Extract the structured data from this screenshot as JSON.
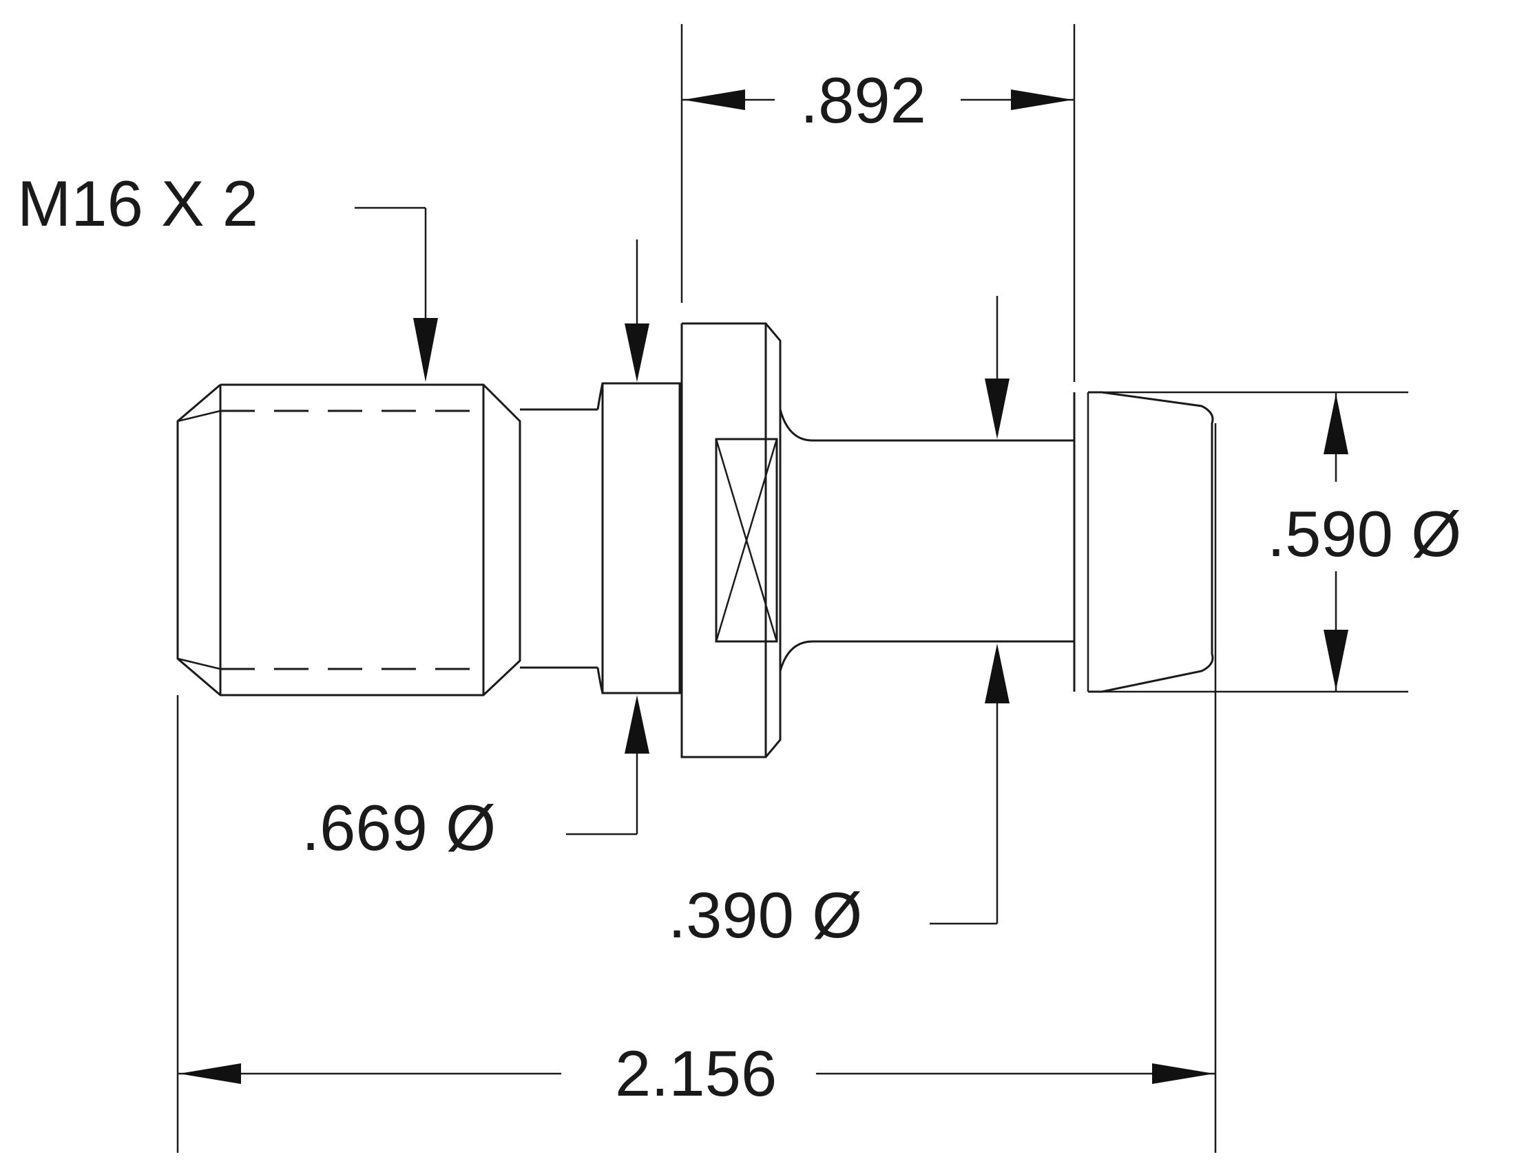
{
  "labels": {
    "thread": "M16 X 2",
    "dim_top": ".892",
    "dim_right_dia": ".590 Ø",
    "dim_flange_dia": ".669 Ø",
    "dim_shank_dia": ".390 Ø",
    "dim_overall": "2.156"
  },
  "colors": {
    "line": "#1a1a1a",
    "background": "#ffffff"
  }
}
